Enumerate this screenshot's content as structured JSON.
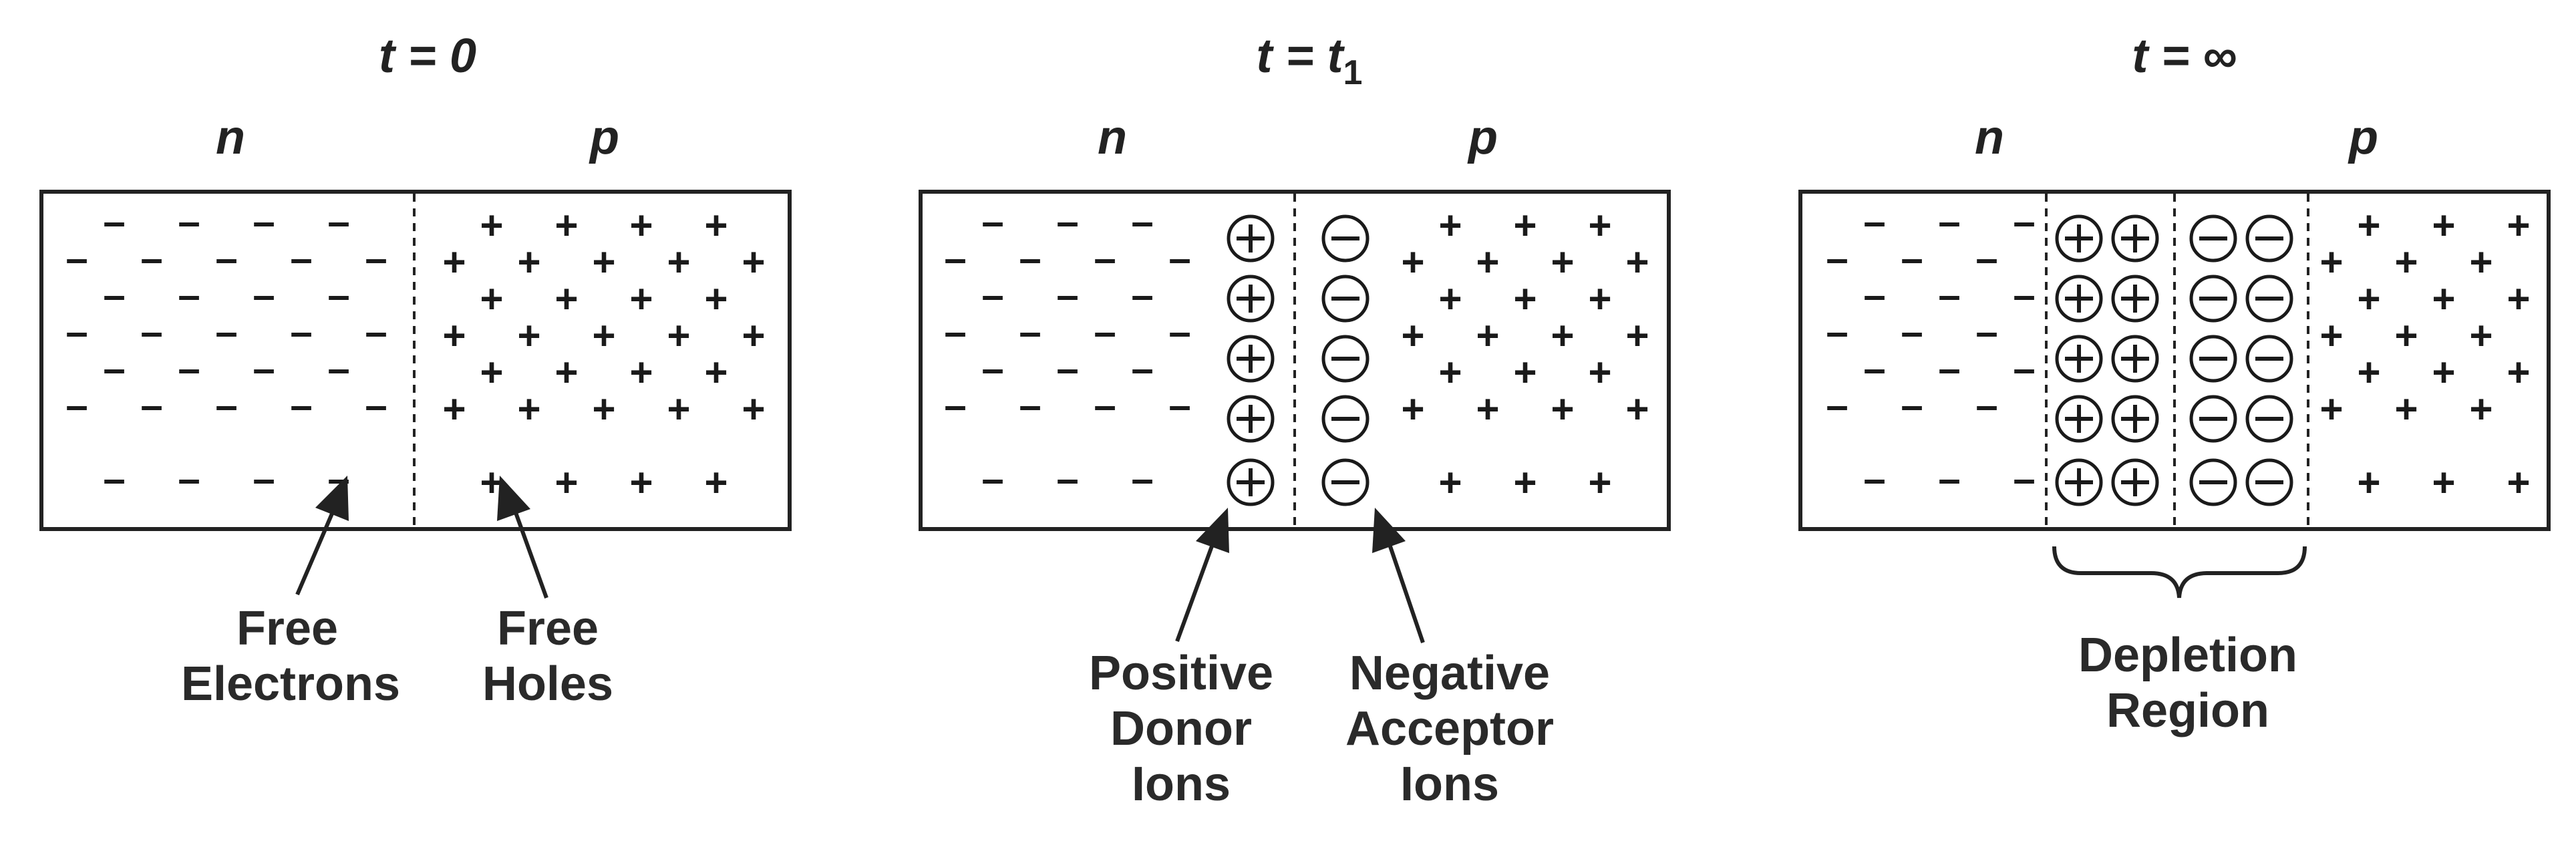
{
  "panels": [
    {
      "title": "t = 0",
      "n_label": "n",
      "p_label": "p",
      "labels": {
        "electrons_line1": "Free",
        "electrons_line2": "Electrons",
        "holes_line1": "Free",
        "holes_line2": "Holes"
      },
      "electron_symbol": "–",
      "hole_symbol": "+"
    },
    {
      "title_prefix": "t = t",
      "title_sub": "1",
      "n_label": "n",
      "p_label": "p",
      "labels": {
        "donor_line1": "Positive",
        "donor_line2": "Donor",
        "donor_line3": "Ions",
        "acceptor_line1": "Negative",
        "acceptor_line2": "Acceptor",
        "acceptor_line3": "Ions"
      },
      "electron_symbol": "–",
      "hole_symbol": "+"
    },
    {
      "title": "t = ∞",
      "n_label": "n",
      "p_label": "p",
      "labels": {
        "depletion_line1": "Depletion",
        "depletion_line2": "Region"
      },
      "electron_symbol": "–",
      "hole_symbol": "+"
    }
  ]
}
